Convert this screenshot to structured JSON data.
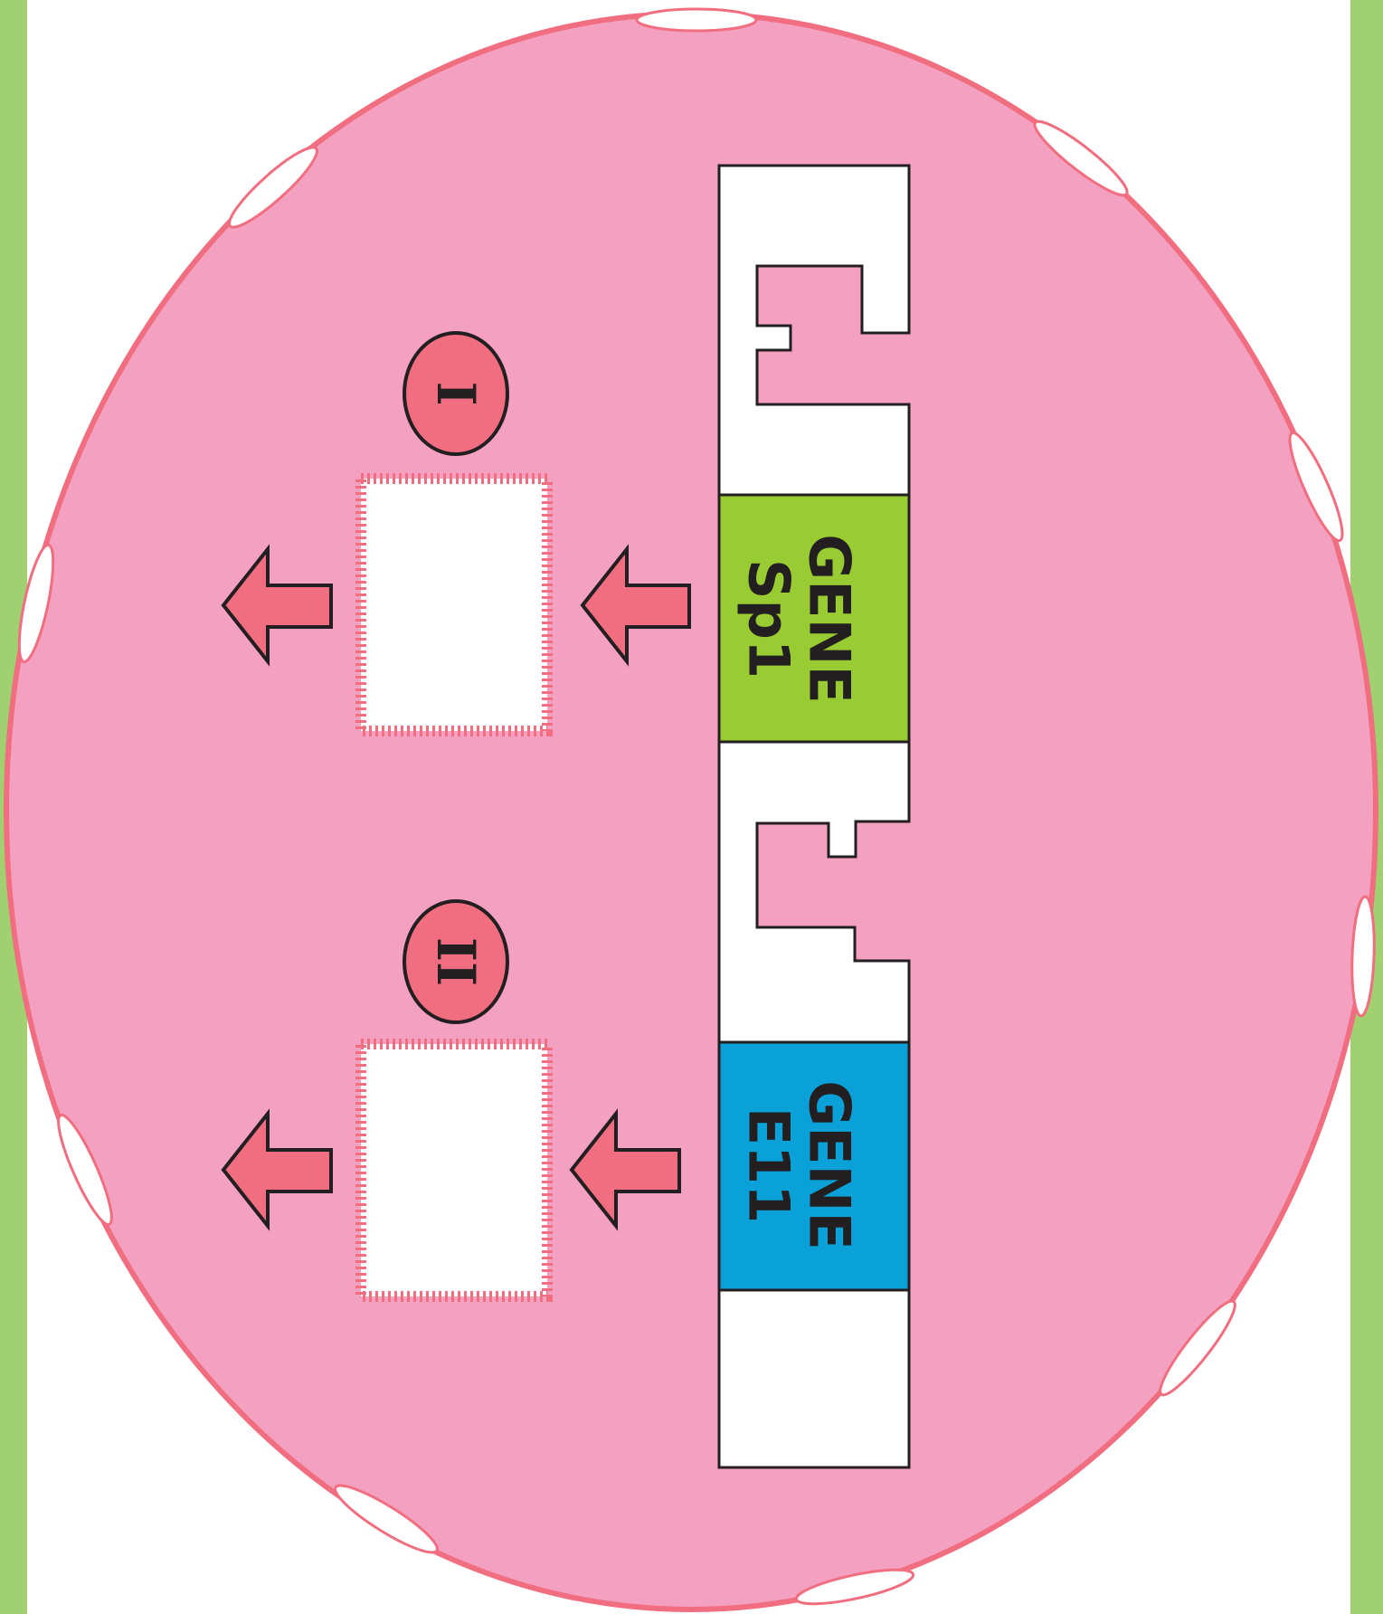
{
  "diagram": {
    "colors": {
      "background_bars": "#a0d070",
      "cell_fill": "#f4a0c0",
      "cell_border": "#f06e80",
      "pore_fill": "#ffffff",
      "dna_fill": "#ffffff",
      "gene_sp1": "#99cc33",
      "gene_e11": "#0aa0d8",
      "arrow_fill": "#f06e80",
      "marker_fill": "#f06e80",
      "text": "#231f20"
    },
    "genes": [
      {
        "name": "GENE",
        "code": "Sp1"
      },
      {
        "name": "GENE",
        "code": "E11"
      }
    ],
    "markers": [
      {
        "label": "I"
      },
      {
        "label": "II"
      }
    ],
    "product_boxes": [
      {
        "content": ""
      },
      {
        "content": ""
      }
    ]
  }
}
